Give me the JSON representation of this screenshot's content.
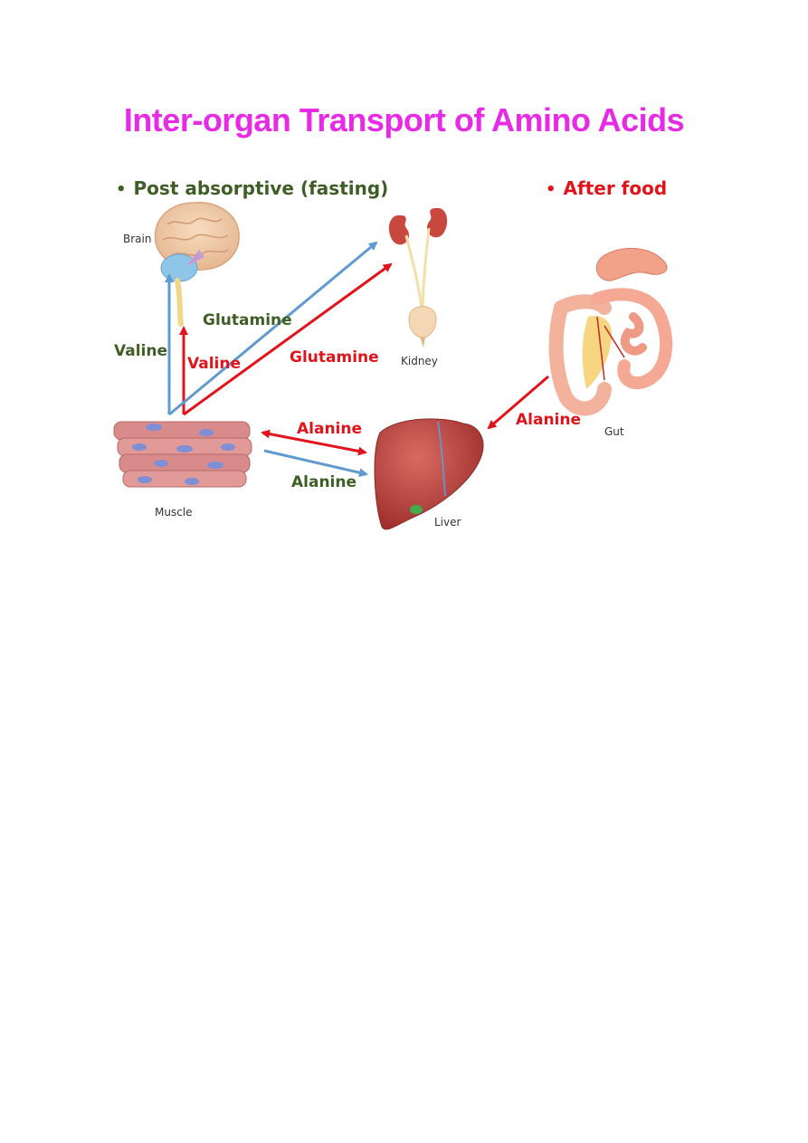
{
  "title": "Inter-organ Transport of Amino Acids",
  "sections": {
    "fasting": "Post absorptive (fasting)",
    "fed": "After food"
  },
  "organs": {
    "brain": "Brain",
    "kidney": "Kidney",
    "gut": "Gut",
    "muscle": "Muscle",
    "liver": "Liver"
  },
  "arrow_labels": {
    "valine_blue": "Valine",
    "valine_red": "Valine",
    "glutamine_green": "Glutamine",
    "glutamine_red": "Glutamine",
    "alanine_red_muscle_liver": "Alanine",
    "alanine_green_muscle_liver": "Alanine",
    "alanine_red_gut_liver": "Alanine"
  },
  "colors": {
    "title": "#e62ae6",
    "fasting": "#3f5e25",
    "fed": "#e0141a",
    "blue_arrow": "#5f9bd0",
    "red_arrow": "#e0141a"
  },
  "icons": [
    "brain-icon",
    "kidney-icon",
    "gut-icon",
    "muscle-icon",
    "liver-icon"
  ]
}
